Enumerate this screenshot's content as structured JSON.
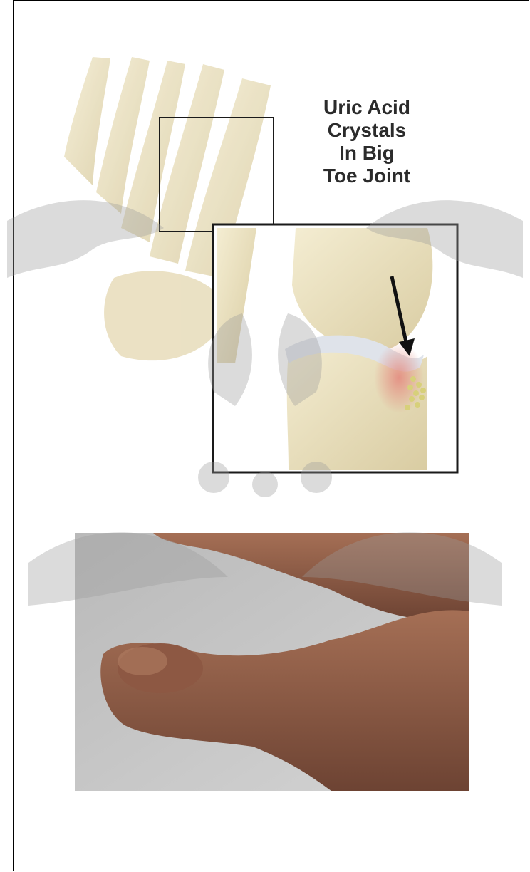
{
  "caption": {
    "line1": "Uric Acid",
    "line2": "Crystals",
    "line3": "In Big",
    "line4": "Toe Joint"
  },
  "colors": {
    "bone": "#ece3c2",
    "bone_shadow": "#cfc39a",
    "cartilage": "#dfe3ea",
    "inflamed": "#e8a39a",
    "crystals": "#d7d07a",
    "skin": "#8a5a44",
    "skin_light": "#a8735a",
    "backdrop": "#bdbdbd",
    "watermark": "#9b9b9b"
  },
  "icons": {
    "arrow": "down-arrow-icon"
  }
}
